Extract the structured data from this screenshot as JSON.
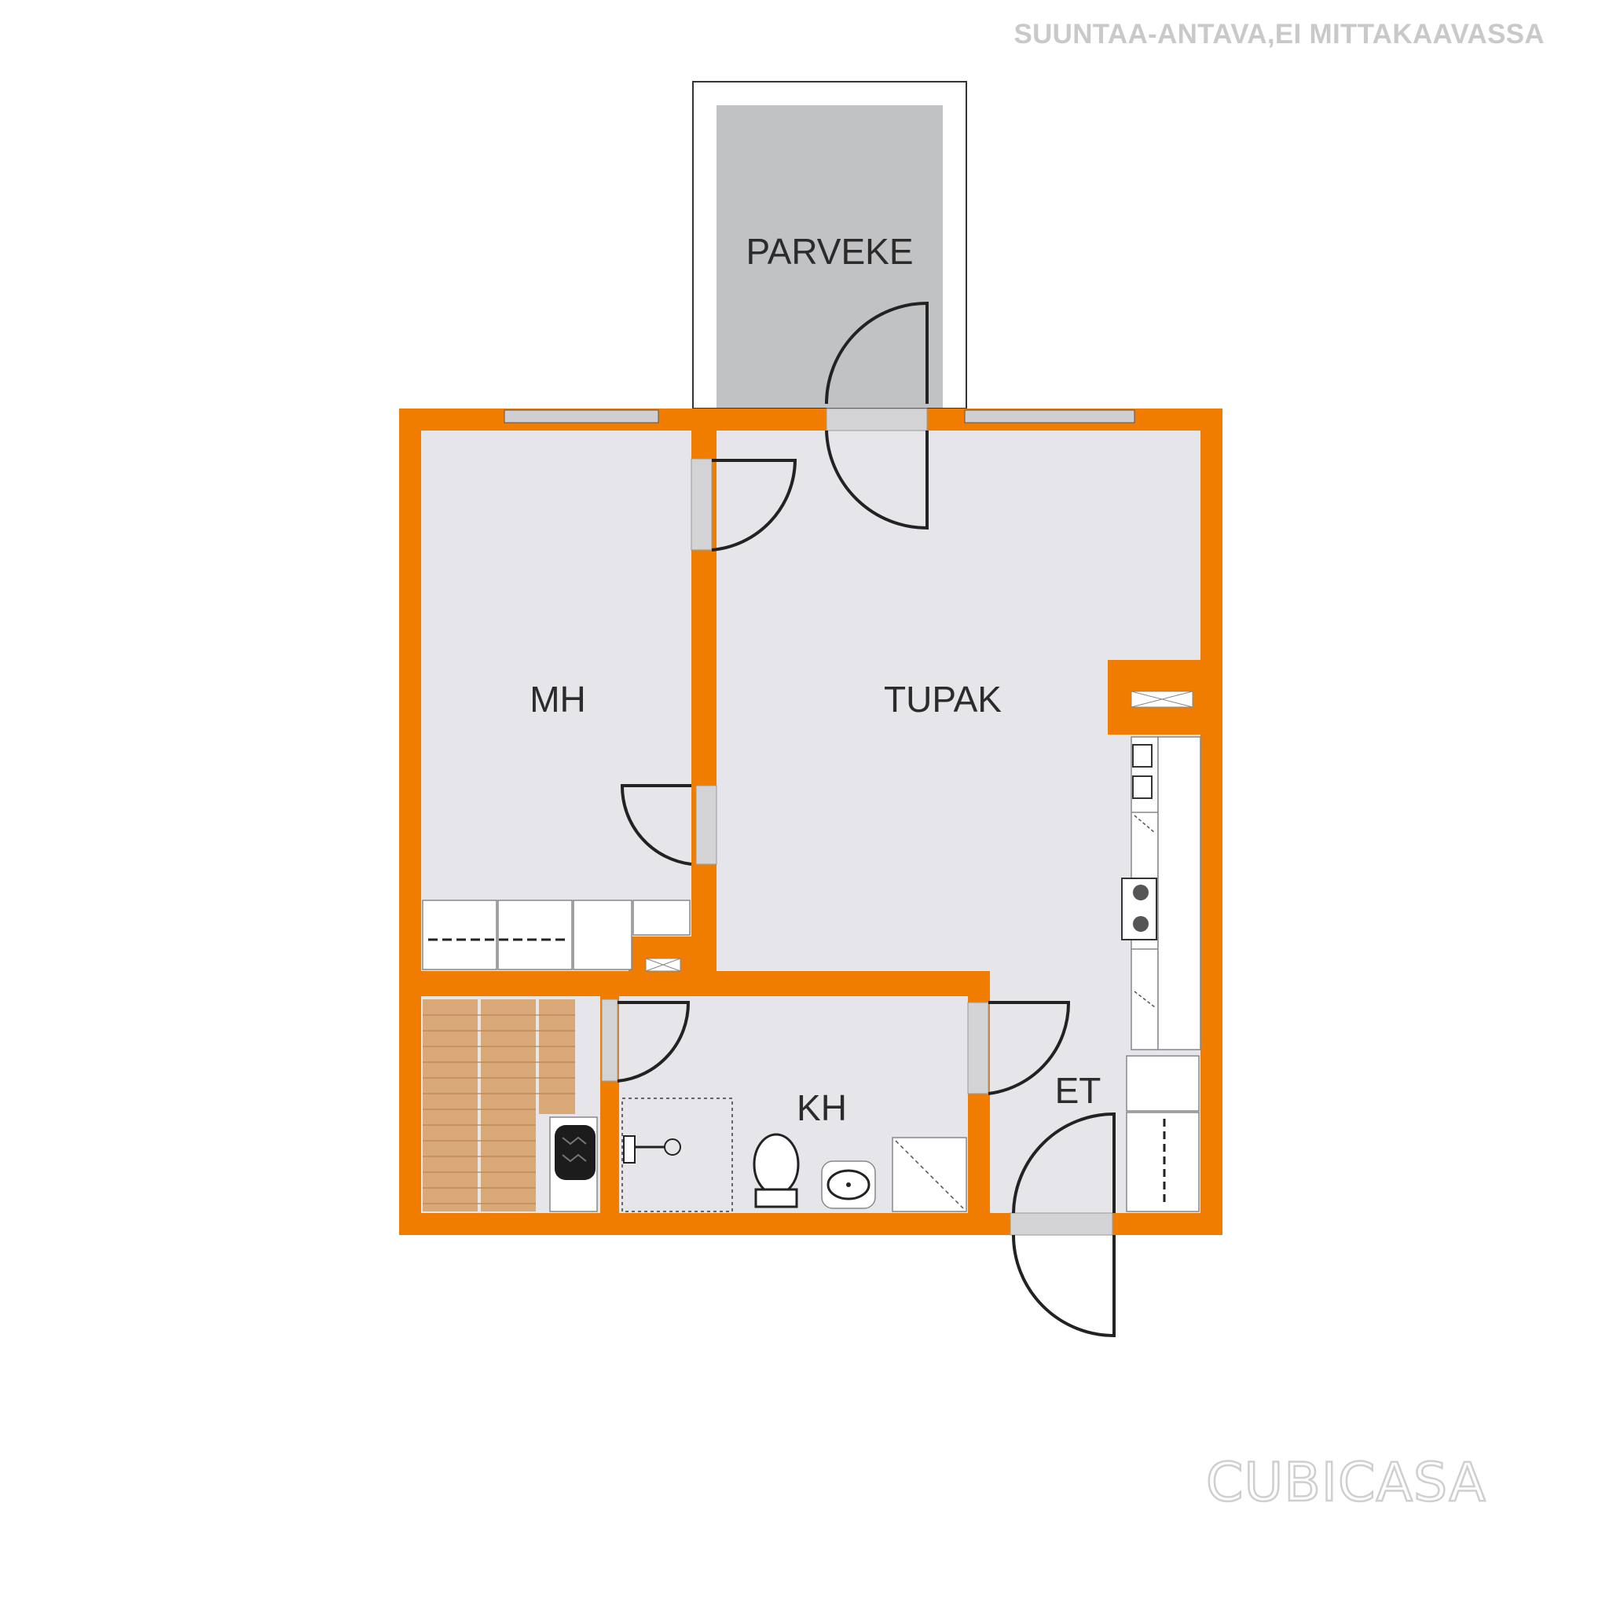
{
  "disclaimer": "SUUNTAA-ANTAVA,EI MITTAKAAVASSA",
  "logo": "CUBICASA",
  "rooms": {
    "balcony": "PARVEKE",
    "bedroom": "MH",
    "living_kitchen": "TUPAK",
    "bathroom": "KH",
    "hallway": "ET"
  },
  "colors": {
    "wall": "#f07d00",
    "floor": "#e6e5e9",
    "balcony_floor": "#c1c2c4",
    "sauna_bench": "#d8a877",
    "background": "#ffffff"
  }
}
